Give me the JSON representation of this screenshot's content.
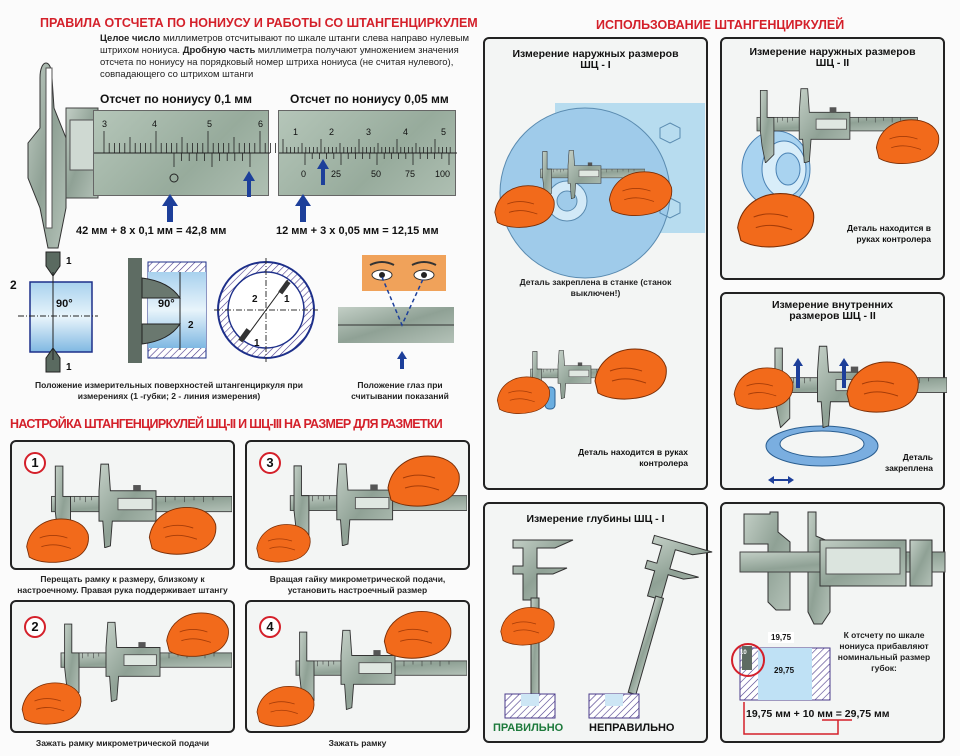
{
  "left": {
    "title": "ПРАВИЛА ОТСЧЕТА ПО НОНИУСУ И РАБОТЫ СО ШТАНГЕНЦИРКУЛЕМ",
    "intro_bold1": "Целое число",
    "intro_text1": " миллиметров отсчитывают по шкале штанги слева направо нулевым штрихом нониуса. ",
    "intro_bold2": "Дробную часть",
    "intro_text2": " миллиметра получают умножением значения отсчета по нониусу на порядковый номер штриха нониуса (не считая нулевого), совпадающего со штрихом штанги",
    "vernier1": {
      "label": "Отсчет по нониусу 0,1 мм",
      "main_ticks": [
        "3",
        "4",
        "5",
        "6"
      ],
      "zero": "0",
      "formula": "42 мм + 8 x 0,1 мм = 42,8 мм"
    },
    "vernier2": {
      "label": "Отсчет по нониусу 0,05 мм",
      "main_ticks": [
        "1",
        "2",
        "3",
        "4",
        "5"
      ],
      "vernier_ticks": [
        "0",
        "25",
        "50",
        "75",
        "100"
      ],
      "formula": "12 мм + 3 x 0,05 мм = 12,15 мм"
    },
    "surfaces": {
      "labels": {
        "jaw": "1",
        "line": "2",
        "angle": "90°"
      },
      "caption": "Положение измерительных поверхностей штангенциркуля при измерениях (1 -губки; 2 - линия измерения)"
    },
    "eyes_caption": "Положение глаз при считывании показаний",
    "setup_title": "НАСТРОЙКА ШТАНГЕНЦИРКУЛЕЙ  ШЦ-II  И  ШЦ-III  НА РАЗМЕР ДЛЯ РАЗМЕТКИ",
    "steps": [
      {
        "num": "1",
        "caption": "Перещать рамку к размеру, близкому к настроечному. Правая рука поддерживает штангу"
      },
      {
        "num": "3",
        "caption": "Вращая гайку микрометрической подачи, установить настроечный размер"
      },
      {
        "num": "2",
        "caption": "Зажать рамку микрометрической подачи"
      },
      {
        "num": "4",
        "caption": "Зажать рамку"
      }
    ]
  },
  "right": {
    "title": "ИСПОЛЬЗОВАНИЕ ШТАНГЕНЦИРКУЛЕЙ",
    "outer1": {
      "title": "Измерение наружных размеров ШЦ - I",
      "caption1": "Деталь закреплена в станке (станок выключен!)",
      "caption2": "Деталь находится в руках контролера"
    },
    "outer2": {
      "title": "Измерение наружных размеров ШЦ - II",
      "caption": "Деталь находится в руках контролера"
    },
    "inner": {
      "title": "Измерение внутренних размеров ШЦ - II",
      "caption": "Деталь закреплена"
    },
    "depth": {
      "title": "Измерение глубины ШЦ - I",
      "correct": "ПРАВИЛЬНО",
      "wrong": "НЕПРАВИЛЬНО"
    },
    "nominal": {
      "dim1": "19,75",
      "dim2": "29,75",
      "jaw": "10",
      "caption": "К отсчету по шкале нониуса прибавляют номинальный размер губок:",
      "f_a": "19,75 мм + ",
      "f_b": "10 мм",
      "f_c": " = 29,75 мм"
    }
  },
  "colors": {
    "red": "#d4202a",
    "blue": "#1d3f9a",
    "orange": "#f26a1b",
    "steel": "#9fb0a5",
    "green": "#1e7a3c"
  }
}
